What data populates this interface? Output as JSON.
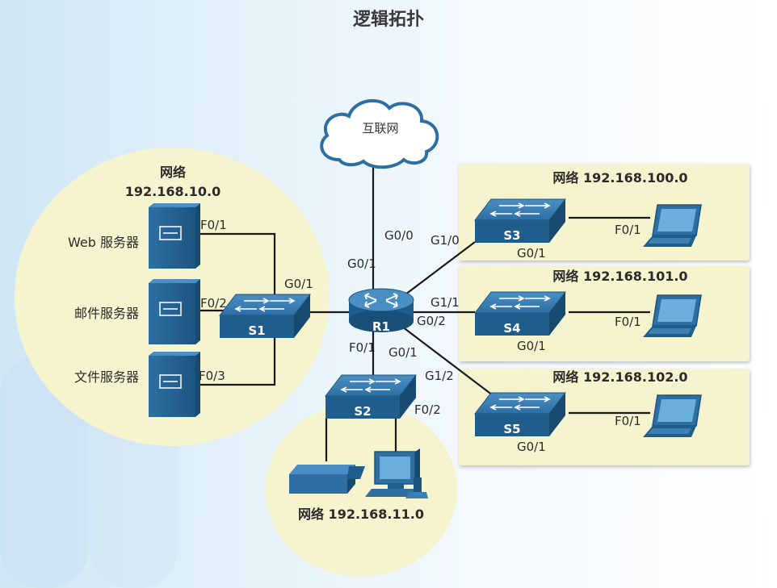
{
  "title": "逻辑拓扑",
  "colors": {
    "device_blue": "#2d6fa3",
    "device_dark": "#1d5480",
    "zone_fill": "#f6f3cf",
    "link": "#1a1a1a"
  },
  "cloud": {
    "label": "互联网",
    "icon": "cloud-icon"
  },
  "router": {
    "label": "R1",
    "icon": "router-icon"
  },
  "switches": {
    "s1": {
      "label": "S1",
      "icon": "switch-icon"
    },
    "s2": {
      "label": "S2",
      "icon": "switch-icon"
    },
    "s3": {
      "label": "S3",
      "icon": "switch-icon"
    },
    "s4": {
      "label": "S4",
      "icon": "switch-icon"
    },
    "s5": {
      "label": "S5",
      "icon": "switch-icon"
    }
  },
  "networks": {
    "n10": {
      "label_top": "网络",
      "label_addr": "192.168.10.0"
    },
    "n11": {
      "label": "网络 192.168.11.0"
    },
    "n100": {
      "label": "网络 192.168.100.0"
    },
    "n101": {
      "label": "网络 192.168.101.0"
    },
    "n102": {
      "label": "网络 192.168.102.0"
    }
  },
  "servers": {
    "web": "Web 服务器",
    "mail": "邮件服务器",
    "file": "文件服务器"
  },
  "ports": {
    "r1_g00": "G0/0",
    "r1_g01": "G0/1",
    "r1_g10": "G1/0",
    "r1_g11": "G1/1",
    "r1_g12": "G1/2",
    "r1_f01": "F0/1",
    "s1_g01": "G0/1",
    "s1_f01": "F0/1",
    "s1_f02": "F0/2",
    "s1_f03": "F0/3",
    "s2_g01": "G0/1",
    "s2_f02": "F0/2",
    "s3_g01": "G0/1",
    "s3_f01": "F0/1",
    "s4_g01": "G0/1",
    "s4_f01": "F0/1",
    "s4_g02": "G0/2",
    "s5_g01": "G0/1",
    "s5_f01": "F0/1"
  }
}
